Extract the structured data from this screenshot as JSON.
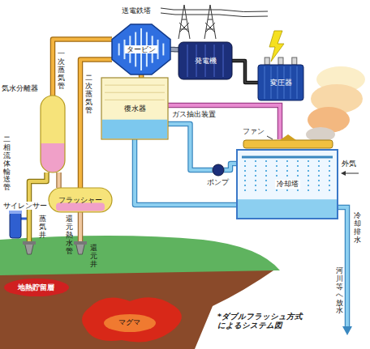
{
  "diagram": {
    "caption": "*ダブルフラッシュ方式 によるシステム図",
    "nodes": [
      {
        "text": [
          "タービン"
        ]
      },
      {
        "text": [
          "発電機"
        ]
      },
      {
        "text": [
          "変圧器"
        ]
      },
      {
        "text": [
          "気水分離器"
        ]
      },
      {
        "text": [
          "復水器"
        ]
      },
      {
        "text": [
          "フラッシャー"
        ]
      },
      {
        "text": [
          "ポンプ"
        ]
      },
      {
        "text": [
          "冷却塔"
        ]
      },
      {
        "text": [
          "サイレンサー"
        ]
      },
      {
        "text": [
          "蒸気井"
        ]
      },
      {
        "text": [
          "還元井"
        ]
      }
    ],
    "edges": [
      {
        "from": 9,
        "to": 3,
        "arrow": "none"
      },
      {
        "from": 3,
        "to": 0,
        "arrow": "none"
      },
      {
        "from": 3,
        "to": 5,
        "arrow": "none"
      },
      {
        "from": 5,
        "to": 0,
        "arrow": "none"
      },
      {
        "from": 5,
        "to": 10,
        "arrow": "none"
      },
      {
        "from": 0,
        "to": 1,
        "arrow": "none"
      },
      {
        "from": 1,
        "to": 2,
        "arrow": "none"
      },
      {
        "from": 4,
        "to": 6,
        "arrow": "none"
      },
      {
        "from": 6,
        "to": 7,
        "arrow": "none"
      },
      {
        "from": 7,
        "to": 4,
        "arrow": "none"
      },
      {
        "from": 0,
        "to": 4,
        "arrow": "none"
      }
    ],
    "labels": [
      "送電鉄塔",
      "一次蒸気管",
      "二次蒸気管",
      "二相流体輸送管",
      "ガス抽出装置",
      "ファン",
      "外気",
      "冷却排水",
      "河川等へ放水",
      "還元熱水管",
      "地熱貯留層",
      "マグマ"
    ]
  }
}
